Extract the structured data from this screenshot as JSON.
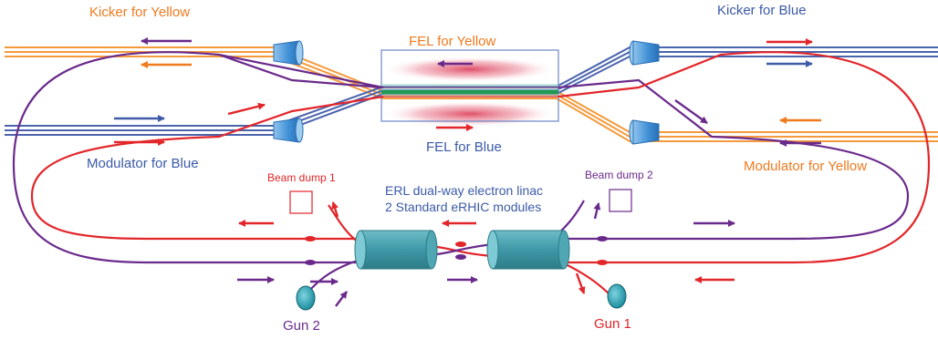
{
  "labels": {
    "kicker_yellow": "Kicker for Yellow",
    "kicker_blue": "Kicker for Blue",
    "fel_yellow": "FEL for Yellow",
    "fel_blue": "FEL for Blue",
    "modulator_blue": "Modulator for Blue",
    "modulator_yellow": "Modulator for Yellow",
    "beam_dump_1": "Beam dump 1",
    "beam_dump_2": "Beam dump 2",
    "erl_line1": "ERL dual-way electron linac",
    "erl_line2": "2 Standard eRHIC modules",
    "gun_1": "Gun 1",
    "gun_2": "Gun 2"
  },
  "colors": {
    "yellow_beam": "#f59a3c",
    "blue_beam": "#3f5ba9",
    "red_electron": "#e2262a",
    "purple_electron": "#6a2a8c",
    "linac_module": "#4fa7b3",
    "gun": "#2aa6b5",
    "fel_glow": "#e0566a"
  }
}
